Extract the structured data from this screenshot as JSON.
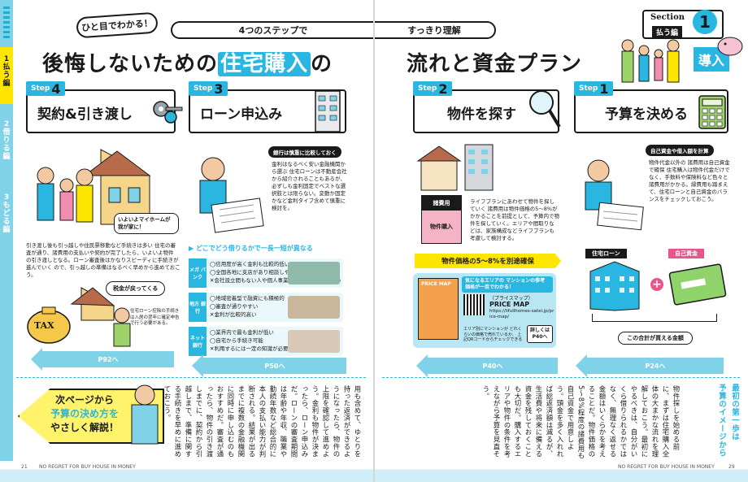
{
  "side_tab": {
    "items": [
      "1 払う編",
      "2 借りる編",
      "3 もどる編"
    ],
    "active": "1 払う編"
  },
  "header": {
    "badge": "ひと目でわかる！",
    "banner_left": "4つのステップで",
    "banner_right": "すっきり理解",
    "title_left": "後悔しないための住宅購入の",
    "title_left_hl": "住宅購入",
    "title_right": "流れと資金プラン",
    "section_label": "Section",
    "section_number": "1",
    "section_tag": "払う編",
    "intro_label": "導入"
  },
  "steps": {
    "step4": {
      "tag": "Step",
      "num": "4",
      "label": "契約&引き渡し"
    },
    "step3": {
      "tag": "Step",
      "num": "3",
      "label": "ローン申込み"
    },
    "step2": {
      "tag": "Step",
      "num": "2",
      "label": "物件を探す"
    },
    "step1": {
      "tag": "Step",
      "num": "1",
      "label": "予算を決める"
    }
  },
  "step4_content": {
    "caption": "いよいよマイホームが 我が家に！",
    "text": "引き渡し後も引っ越しや住民票移動など手続きは多い 住宅の審査が通り、諸費用の支払いや契約が完了したら、いよいよ物件 の引き渡しとなる。ローン審査後はかなりスピーディに手続きが進んでいく ので、引っ越しの準備はなるべく早めから進めておこう。",
    "tax_bubble": "税金が戻ってくる",
    "tax_label": "TAX",
    "tax_text": "住宅ローン控除の手続きは入居の翌年に確定申告で行う必要がある。",
    "arrow": "P92へ"
  },
  "step3_content": {
    "pill": "銀行は慎重に比較しておく",
    "text": "金利はなるべく安い金融機関から選ぶ 住宅ローンは不動産会社から紹介されることもあるが、必ずしも金利固定でベストな選択肢とは限らない。変動か固定かなど金利タイプ含めて慎重に検討を。",
    "where_label": "どこでどう借りるかで一長一短が異なる",
    "banks": [
      {
        "type": "メガ バンク",
        "lines": [
          "◯信用度が高く金利も比較的低い",
          "◯全国各地に支店があり相談しやすい",
          "✕会社設立間もない人や個人事業主は審査が通りにくい"
        ]
      },
      {
        "type": "地方 銀行",
        "lines": [
          "◯地域密着型で融資にも積極的",
          "◯審査が通りやすい",
          "✕金利が比較的高い"
        ]
      },
      {
        "type": "ネット 銀行",
        "lines": [
          "◯業界内で最も金利が低い",
          "◯自宅から手続き可能",
          "✕利用するには一定の知識が必要"
        ]
      }
    ],
    "arrow": "P50へ"
  },
  "step2_content": {
    "label_cost": "諸費用",
    "label_buy": "物件購入",
    "text": "ライフプランにあわせて物件を探していく 諸費用は物件価格の5〜8%がかかることを前提として、予算内で物件を探していく。エリアや間取りなどは、家族構成などライフプランも考慮して検討する。",
    "banner": "物件価格の5〜8%を別途確保",
    "pricemap_badge": "気になるエリアの マンションの参考価格が一目でわかる！",
    "pricemap_sub": "（プライスマップ）",
    "pricemap_name": "PRICE MAP",
    "pricemap_url": "https://lifullhomes-satei.jp/price-map/",
    "pricemap_note": "エリア別にマンションが どれくらいの価格で売れているか、 上記QRコードからチェックできる",
    "detail": "詳しくは P40へ",
    "arrow": "P40へ"
  },
  "step1_content": {
    "pill": "自己資金や借入額を計算",
    "text": "物件代金以外の 諸費用は自己資金で確保 住宅購入は物件代金だけでなく、手数料や保険料など色々と諸費用がかかる。縁費用も踏まえて、住宅ローンと自己資金のバランスをチェックしておこう。",
    "loan_label": "住宅ローン",
    "own_label": "自己資金",
    "total_label": "この合計が買える金額",
    "arrow": "P24へ"
  },
  "bottom_left": {
    "arrow_text_1": "次ページから",
    "arrow_text_2": "予算の決め方を",
    "arrow_text_3": "やさしく解説！",
    "column_text": "用も含めて、ゆとりを持った返済ができるようになったら、物件の上限を確認して進めよう。金利も物件が決まったら、ローン申込みだ。ローンの審査期間は年齢や年収、職業や勤続年数など総合的に本人の支払い能力が判断される。結果が出るまでに複数の金融機関に同時に申し込むのもおすすめだ。審査が通ったら、物件の引き渡しまでに、契約から引越しまで、準備に関する手続きを早めに進めておこう。"
  },
  "bottom_right": {
    "lead_1": "最初の第一歩は",
    "lead_2": "予算のイメージから",
    "column_text": "物件探しを始める前に、まずは住宅購入全体の大まかな流れを理解しておこう。最初にやるべきは、自分がいくら借りられるかではなく、無理なく返せる金額はいくらかを考えることだ。物件価格の5〜8%程度の諸費用も自己資金で用意しよう。頭金を多く入れれば総返済額は減るが、生活費や将来に備える資金を残しておくことも大切だ。購入するエリアや物件の条件を考えながら予算を見直そう。"
  },
  "footer": {
    "left_page": "21",
    "left_running": "NO REGRET FOR BUY HOUSE IN MONEY",
    "right_running": "NO REGRET FOR BUY HOUSE IN MONEY",
    "right_page": "29"
  }
}
